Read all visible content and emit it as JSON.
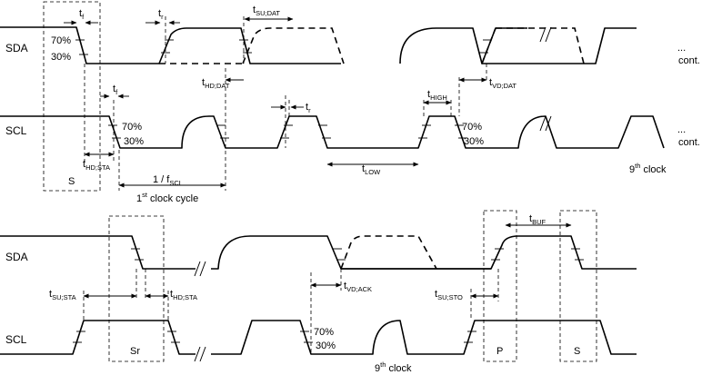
{
  "signals": {
    "sda": "SDA",
    "scl": "SCL"
  },
  "levels": {
    "high": "70%",
    "low": "30%"
  },
  "continuation": {
    "dots": "...",
    "text": "cont."
  },
  "timing": {
    "tf": {
      "main": "t",
      "sub": "f"
    },
    "tr": {
      "main": "t",
      "sub": "r"
    },
    "tsu_dat": {
      "main": "t",
      "sub": "SU;DAT"
    },
    "thd_dat": {
      "main": "t",
      "sub": "HD;DAT"
    },
    "tvd_dat": {
      "main": "t",
      "sub": "VD;DAT"
    },
    "thigh": {
      "main": "t",
      "sub": "HIGH"
    },
    "tlow": {
      "main": "t",
      "sub": "LOW"
    },
    "thd_sta": {
      "main": "t",
      "sub": "HD;STA"
    },
    "tsu_sta": {
      "main": "t",
      "sub": "SU;STA"
    },
    "tvd_ack": {
      "main": "t",
      "sub": "VD;ACK"
    },
    "tsu_sto": {
      "main": "t",
      "sub": "SU;STO"
    },
    "tbuf": {
      "main": "t",
      "sub": "BUF"
    },
    "fscl": {
      "main": "1 / f",
      "sub": "SCL"
    }
  },
  "clock_cycle": {
    "ordinal": "1",
    "ordinal_suffix": "st",
    "text": " clock cycle"
  },
  "ninth_clock": {
    "ordinal": "9",
    "ordinal_suffix": "th",
    "text": " clock"
  },
  "conditions": {
    "start": "S",
    "repeated_start": "Sr",
    "stop": "P"
  }
}
